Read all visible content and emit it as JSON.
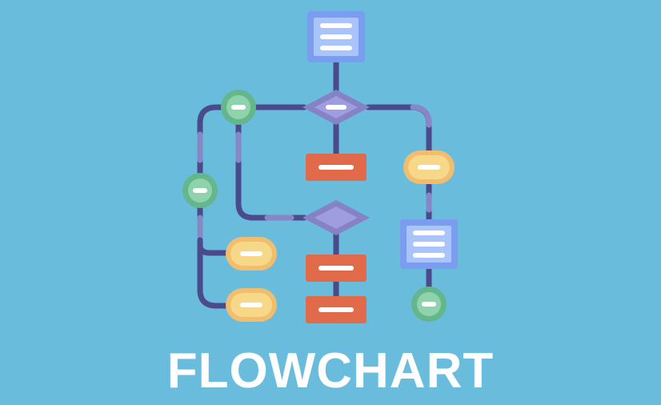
{
  "title": "FLOWCHART",
  "colors": {
    "background": "#6abcdc",
    "connector": "#4a4a8c",
    "connector_light": "#8886c6",
    "document": "#7b9df0",
    "document_inner": "#a9c4fb",
    "decision": "#8583c5",
    "decision_inner": "#9e9de0",
    "process": "#e16a4b",
    "terminator": "#f0be6e",
    "terminator_inner": "#f7d788",
    "connector_node": "#64b68c",
    "connector_node_inner": "#8fd3ac",
    "mark": "#ffffff"
  },
  "shapes": [
    {
      "name": "document-top",
      "kind": "document"
    },
    {
      "name": "decision-top",
      "kind": "decision"
    },
    {
      "name": "connector-node-left-top",
      "kind": "connector-node"
    },
    {
      "name": "connector-node-left-mid",
      "kind": "connector-node"
    },
    {
      "name": "process-center-top",
      "kind": "process"
    },
    {
      "name": "terminator-right",
      "kind": "terminator"
    },
    {
      "name": "decision-middle",
      "kind": "decision"
    },
    {
      "name": "document-right",
      "kind": "document"
    },
    {
      "name": "terminator-left-upper",
      "kind": "terminator"
    },
    {
      "name": "terminator-left-lower",
      "kind": "terminator"
    },
    {
      "name": "process-center-middle",
      "kind": "process"
    },
    {
      "name": "process-center-bottom",
      "kind": "process"
    },
    {
      "name": "connector-node-right-bottom",
      "kind": "connector-node"
    }
  ]
}
